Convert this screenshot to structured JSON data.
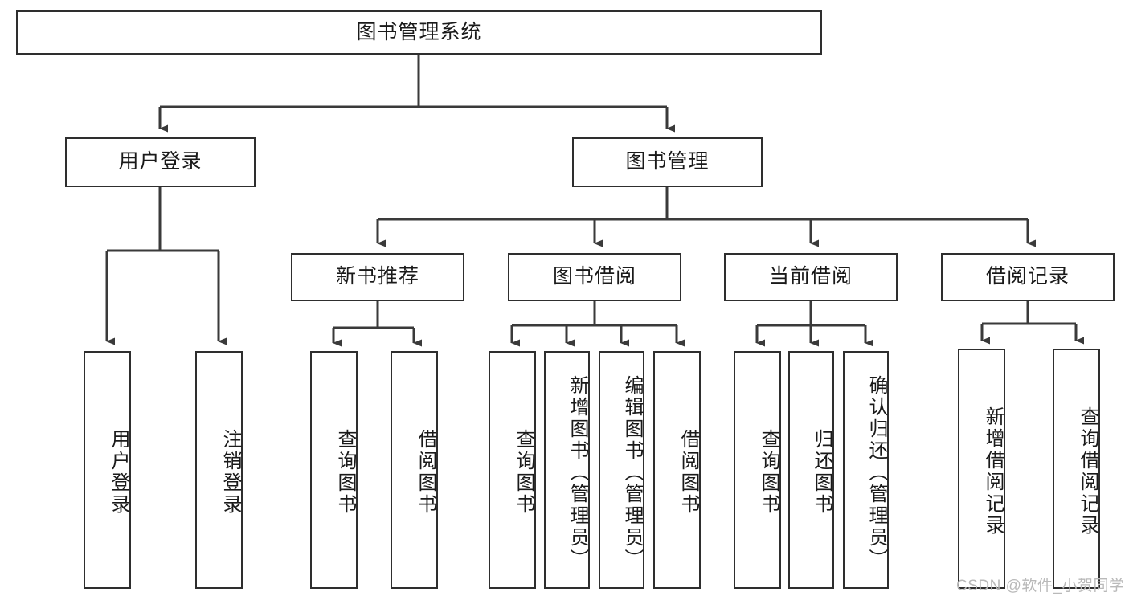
{
  "diagram": {
    "type": "tree-hierarchy",
    "title": "图书管理系统",
    "orientation": "top-down",
    "watermark": "CSDN @软件_小贺同学",
    "colors": {
      "box_border": "#2e2e2e",
      "box_fill": "#ffffff",
      "connector": "#3a3a3a",
      "text": "#1a1a1a",
      "watermark": "#b9b9b9",
      "background": "#ffffff"
    },
    "root": {
      "label": "图书管理系统"
    },
    "level2": [
      {
        "label": "用户登录"
      },
      {
        "label": "图书管理"
      }
    ],
    "level3": [
      {
        "label": "新书推荐"
      },
      {
        "label": "图书借阅"
      },
      {
        "label": "当前借阅"
      },
      {
        "label": "借阅记录"
      }
    ],
    "leaves": {
      "user_login": [
        {
          "label": "用户登录"
        },
        {
          "label": "注销登录"
        }
      ],
      "new_book_recommend": [
        {
          "label": "查询图书"
        },
        {
          "label": "借阅图书"
        }
      ],
      "book_borrow": [
        {
          "label": "查询图书"
        },
        {
          "label": "新增图书（管理员）"
        },
        {
          "label": "编辑图书（管理员）"
        },
        {
          "label": "借阅图书"
        }
      ],
      "current_borrow": [
        {
          "label": "查询图书"
        },
        {
          "label": "归还图书"
        },
        {
          "label": "确认归还（管理员）"
        }
      ],
      "borrow_record": [
        {
          "label": "新增借阅记录"
        },
        {
          "label": "查询借阅记录"
        }
      ]
    }
  }
}
